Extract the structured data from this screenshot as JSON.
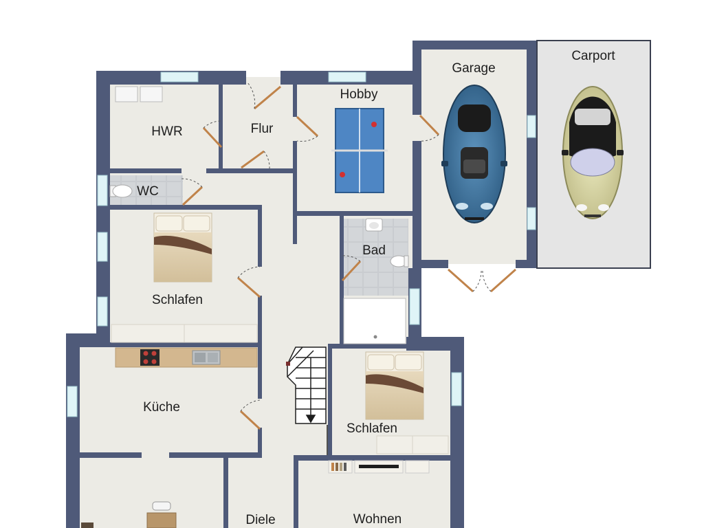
{
  "plan": {
    "rooms": {
      "garage": "Garage",
      "carport": "Carport",
      "hobby": "Hobby",
      "hwr": "HWR",
      "flur": "Flur",
      "wc": "WC",
      "bad": "Bad",
      "schlafen_1": "Schlafen",
      "schlafen_2": "Schlafen",
      "kueche": "Küche",
      "diele": "Diele",
      "wohnen": "Wohnen"
    },
    "colors": {
      "wall": "#4f5a79",
      "floor": "#ecebe5",
      "tile": "#c9ccd0",
      "carport_floor": "#e5e5e5",
      "door": "#c0834a",
      "window": "#dff4f7",
      "car_blue": "#3b6f98",
      "car_cream": "#d9d7a4",
      "table_blue": "#4e86c4",
      "counter": "#d3b78f"
    }
  }
}
